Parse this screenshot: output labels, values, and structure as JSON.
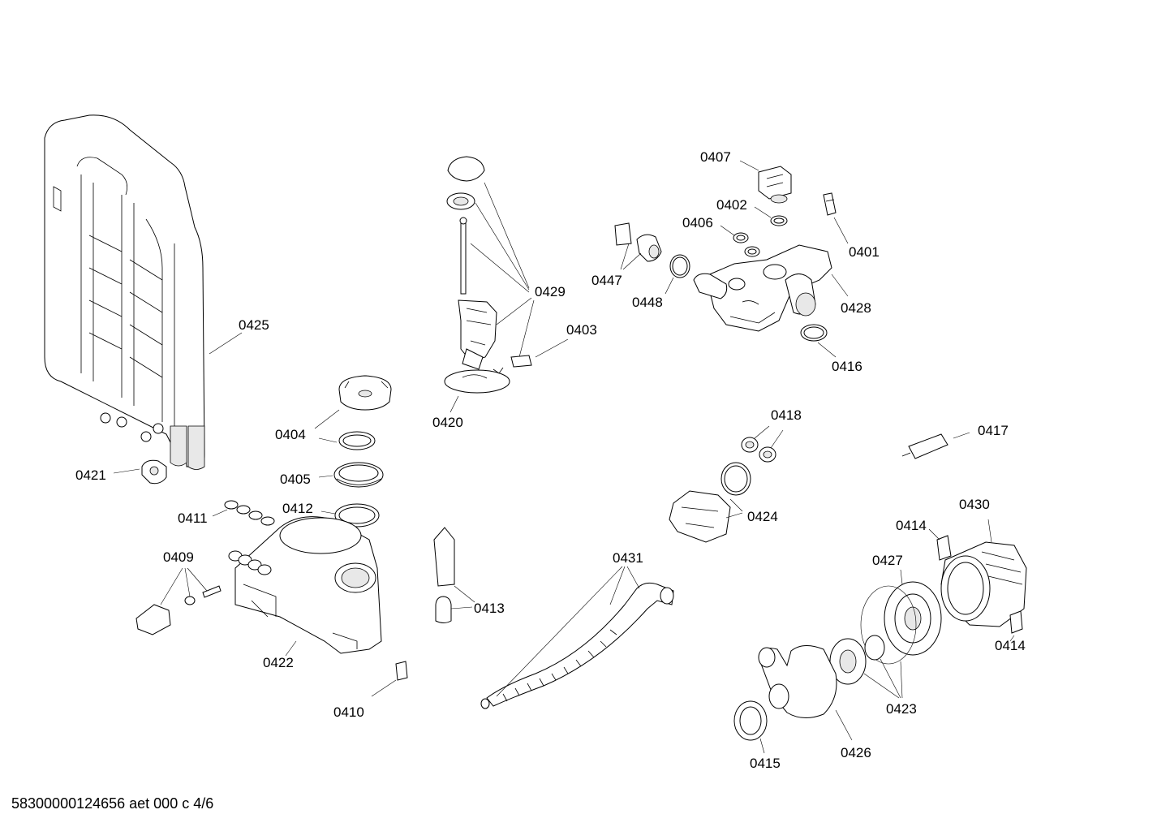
{
  "footer": "58300000124656 aet 000 c 4/6",
  "callouts": {
    "c0407": "0407",
    "c0402": "0402",
    "c0406": "0406",
    "c0401": "0401",
    "c0447": "0447",
    "c0448": "0448",
    "c0428": "0428",
    "c0416": "0416",
    "c0429": "0429",
    "c0403": "0403",
    "c0420": "0420",
    "c0425": "0425",
    "c0404": "0404",
    "c0405": "0405",
    "c0421": "0421",
    "c0411": "0411",
    "c0412": "0412",
    "c0409": "0409",
    "c0422": "0422",
    "c0410": "0410",
    "c0413": "0413",
    "c0418": "0418",
    "c0417": "0417",
    "c0424": "0424",
    "c0430": "0430",
    "c0414a": "0414",
    "c0427": "0427",
    "c0431": "0431",
    "c0414b": "0414",
    "c0423": "0423",
    "c0426": "0426",
    "c0415": "0415"
  }
}
